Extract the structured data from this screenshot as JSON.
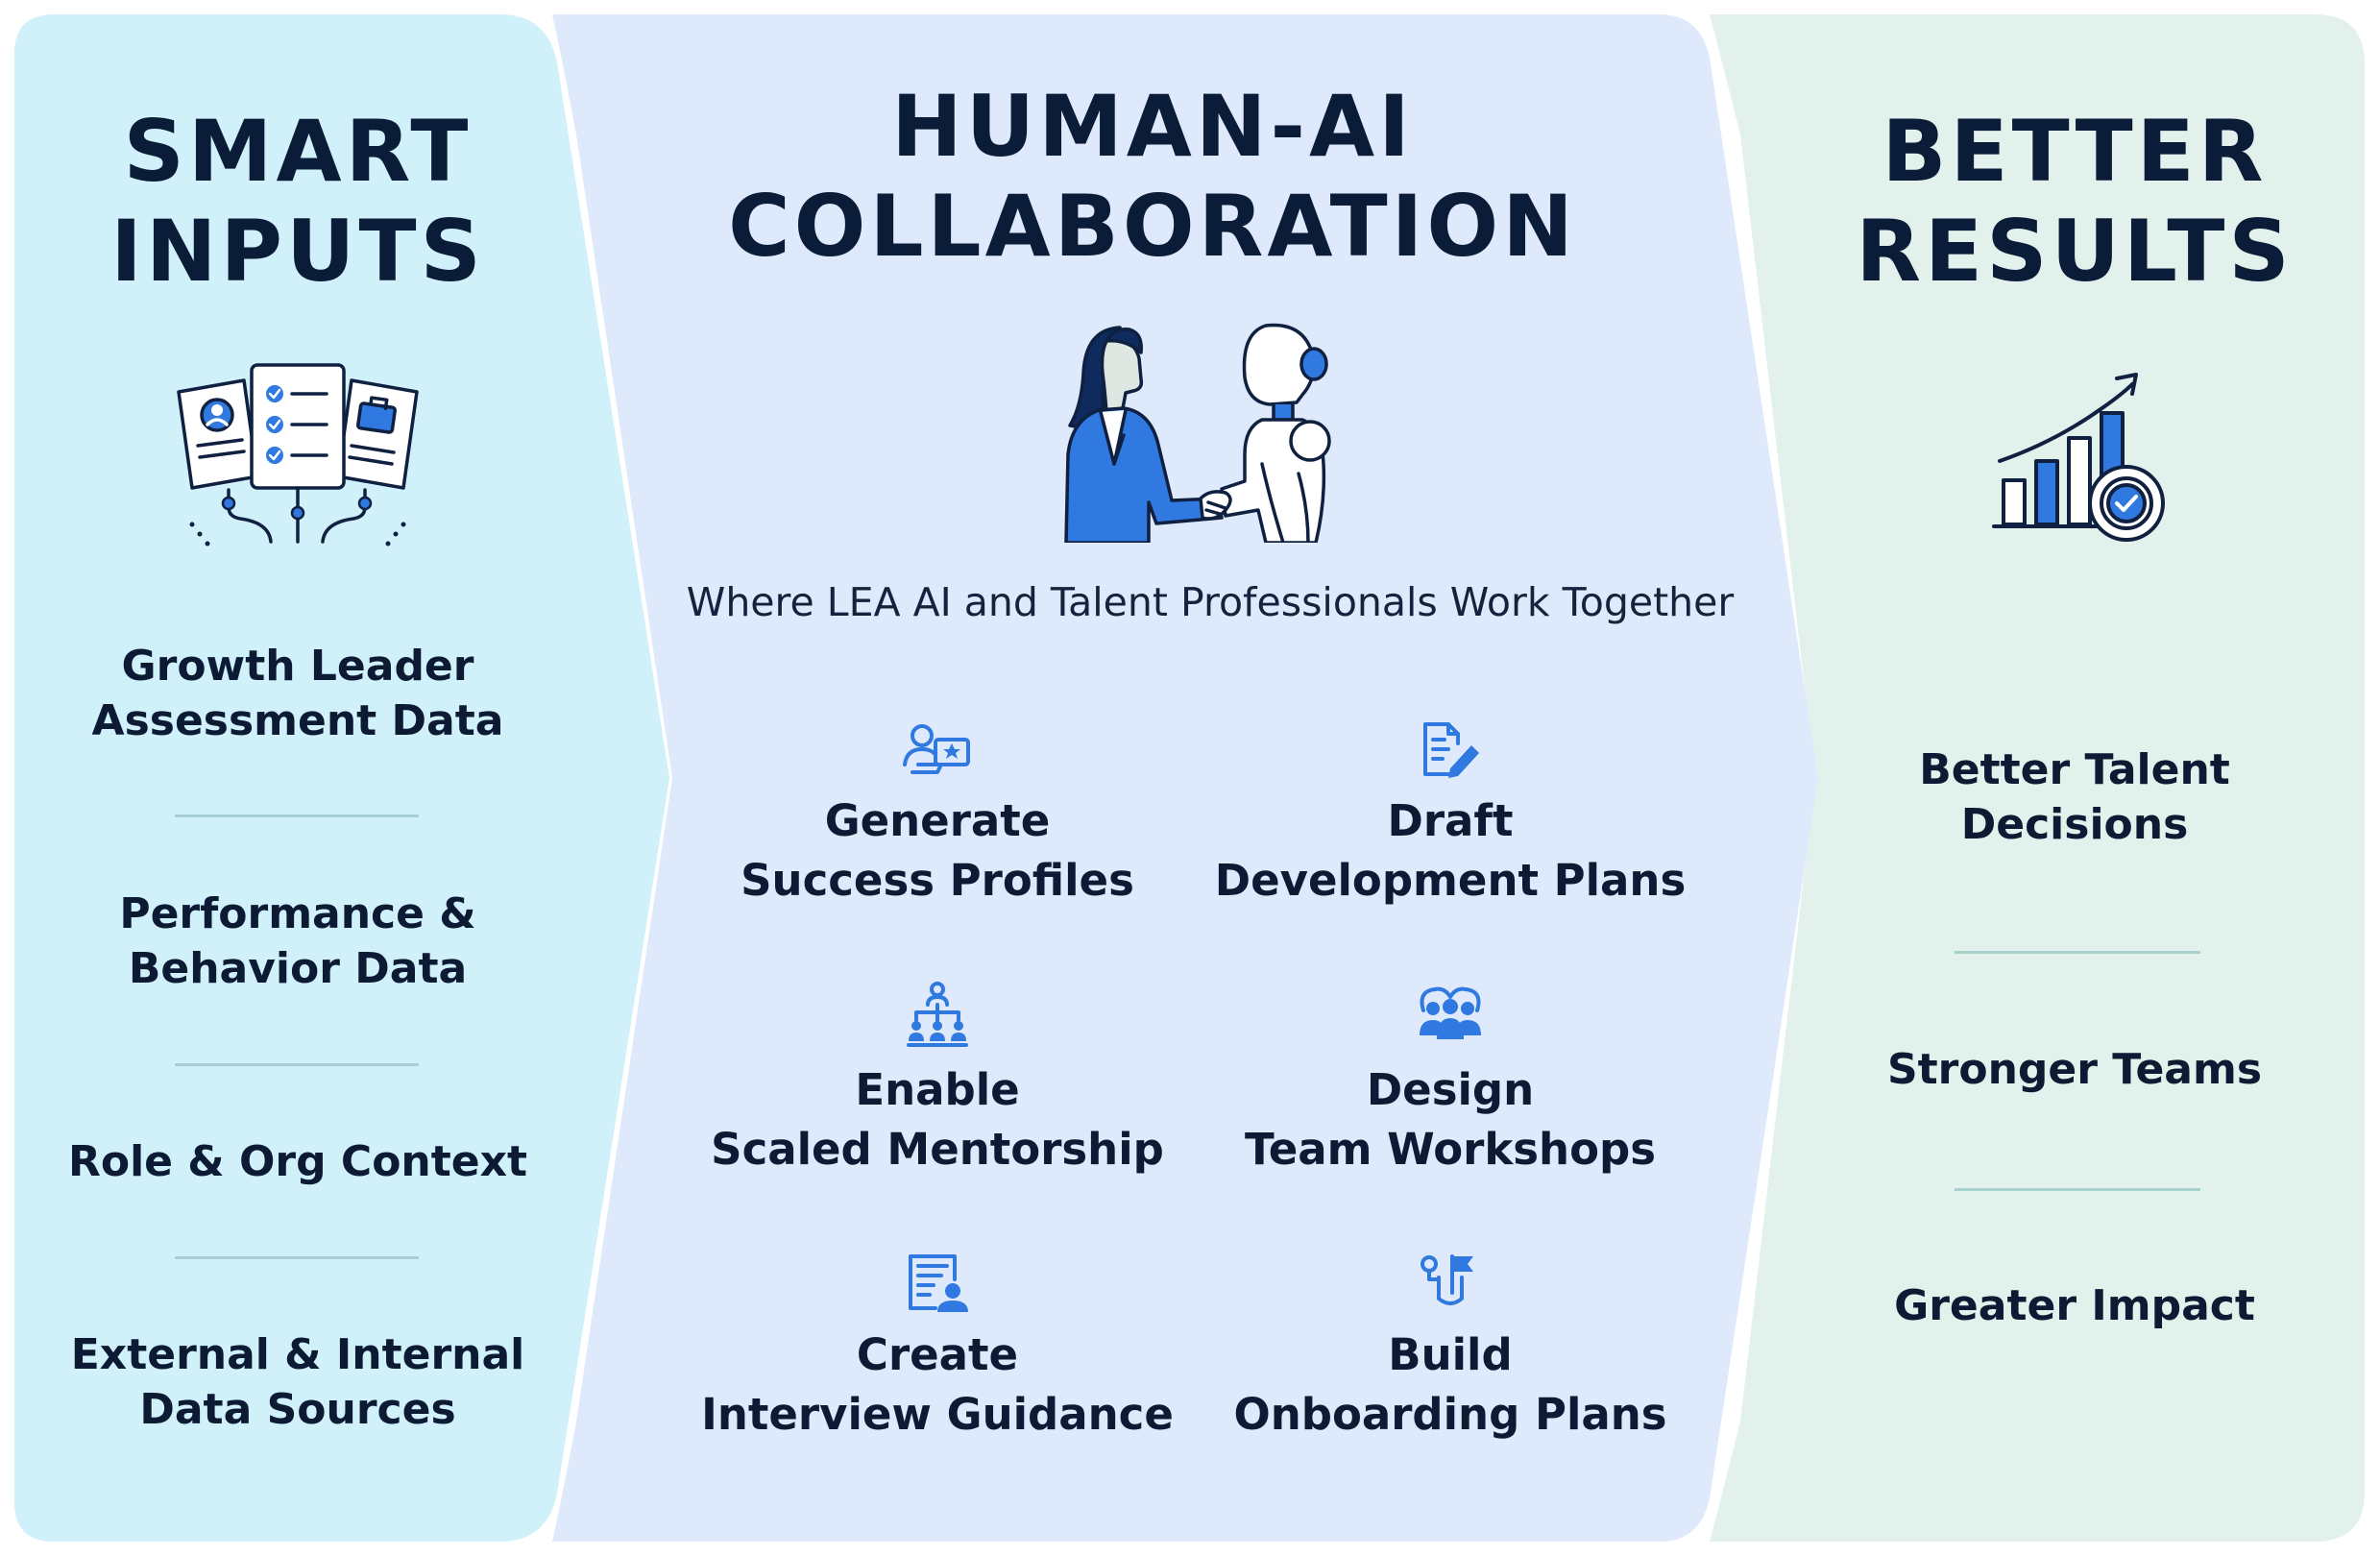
{
  "colors": {
    "inputs_bg": "#d0f1fa",
    "collab_bg": "#deeafb",
    "results_bg": "#e2f1ec",
    "title": "#0b1c38",
    "icon_blue": "#2f79e0",
    "icon_navy": "#0f2040"
  },
  "inputs": {
    "title_line1": "SMART",
    "title_line2": "INPUTS",
    "illustration": "documents-with-checklist-icon",
    "items": [
      {
        "line1": "Growth Leader",
        "line2": "Assessment Data"
      },
      {
        "line1": "Performance &",
        "line2": "Behavior Data"
      },
      {
        "line1": "Role & Org Context",
        "line2": ""
      },
      {
        "line1": "External & Internal",
        "line2": "Data Sources"
      }
    ]
  },
  "collab": {
    "title_line1": "HUMAN-AI",
    "title_line2": "COLLABORATION",
    "illustration": "woman-robot-handshake-icon",
    "subtitle": "Where LEA AI and Talent Professionals Work Together",
    "actions": [
      {
        "icon": "profile-star-icon",
        "line1": "Generate",
        "line2": "Success Profiles"
      },
      {
        "icon": "document-pen-icon",
        "line1": "Draft",
        "line2": "Development Plans"
      },
      {
        "icon": "mentorship-hierarchy-icon",
        "line1": "Enable",
        "line2": "Scaled Mentorship"
      },
      {
        "icon": "team-group-icon",
        "line1": "Design",
        "line2": "Team Workshops"
      },
      {
        "icon": "interview-document-person-icon",
        "line1": "Create",
        "line2": "Interview Guidance"
      },
      {
        "icon": "onboarding-flag-shield-icon",
        "line1": "Build",
        "line2": "Onboarding Plans"
      }
    ]
  },
  "results": {
    "title_line1": "BETTER",
    "title_line2": "RESULTS",
    "illustration": "growth-chart-check-badge-icon",
    "items": [
      {
        "line1": "Better Talent",
        "line2": "Decisions"
      },
      {
        "line1": "Stronger Teams",
        "line2": ""
      },
      {
        "line1": "Greater Impact",
        "line2": ""
      }
    ]
  }
}
